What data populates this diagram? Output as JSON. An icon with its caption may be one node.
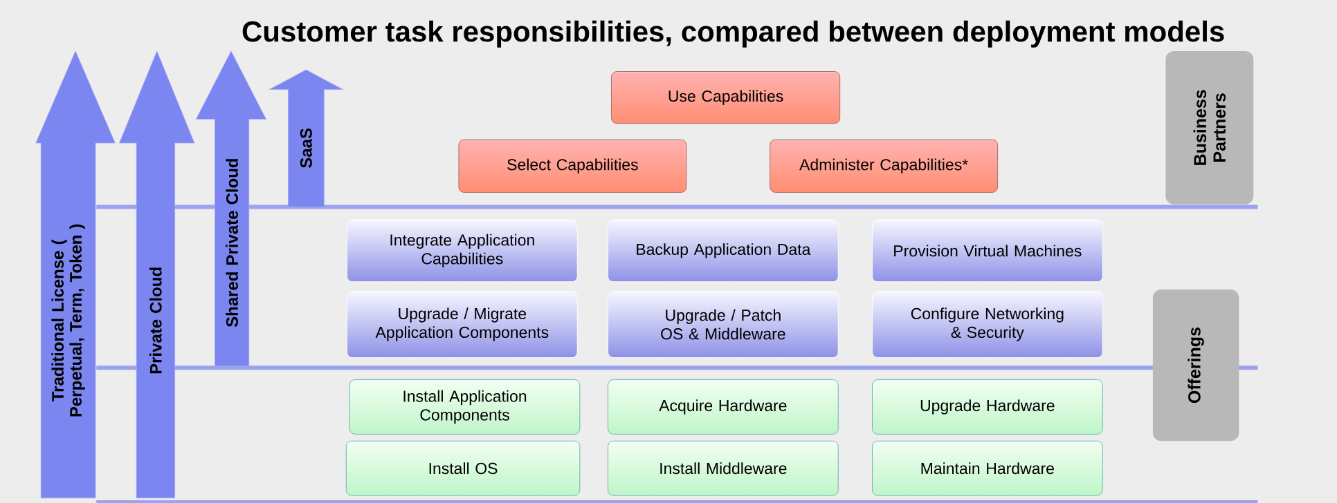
{
  "diagram": {
    "title": "Customer task responsibilities, compared between deployment models",
    "nodes": [
      {
        "text": [
          "Traditional License ( Perpetual, Term, Token )"
        ]
      },
      {
        "text": [
          "Private Cloud"
        ]
      },
      {
        "text": [
          "Shared Private Cloud"
        ]
      },
      {
        "text": [
          "SaaS"
        ]
      },
      {
        "text": [
          "Use Capabilities"
        ]
      },
      {
        "text": [
          "Select Capabilities"
        ]
      },
      {
        "text": [
          "Administer Capabilities*"
        ]
      },
      {
        "text": [
          "Business Partners"
        ]
      },
      {
        "text": [
          "Integrate Application Capabilities"
        ]
      },
      {
        "text": [
          "Backup Application Data"
        ]
      },
      {
        "text": [
          "Provision Virtual Machines"
        ]
      },
      {
        "text": [
          "Upgrade / Migrate Application Components"
        ]
      },
      {
        "text": [
          "Upgrade / Patch OS & Middleware"
        ]
      },
      {
        "text": [
          "Configure Networking & Security"
        ]
      },
      {
        "text": [
          "Offerings"
        ]
      },
      {
        "text": [
          "Install Application Components"
        ]
      },
      {
        "text": [
          "Acquire Hardware"
        ]
      },
      {
        "text": [
          "Upgrade Hardware"
        ]
      },
      {
        "text": [
          "Install OS"
        ]
      },
      {
        "text": [
          "Install Middleware"
        ]
      },
      {
        "text": [
          "Maintain Hardware"
        ]
      }
    ]
  }
}
